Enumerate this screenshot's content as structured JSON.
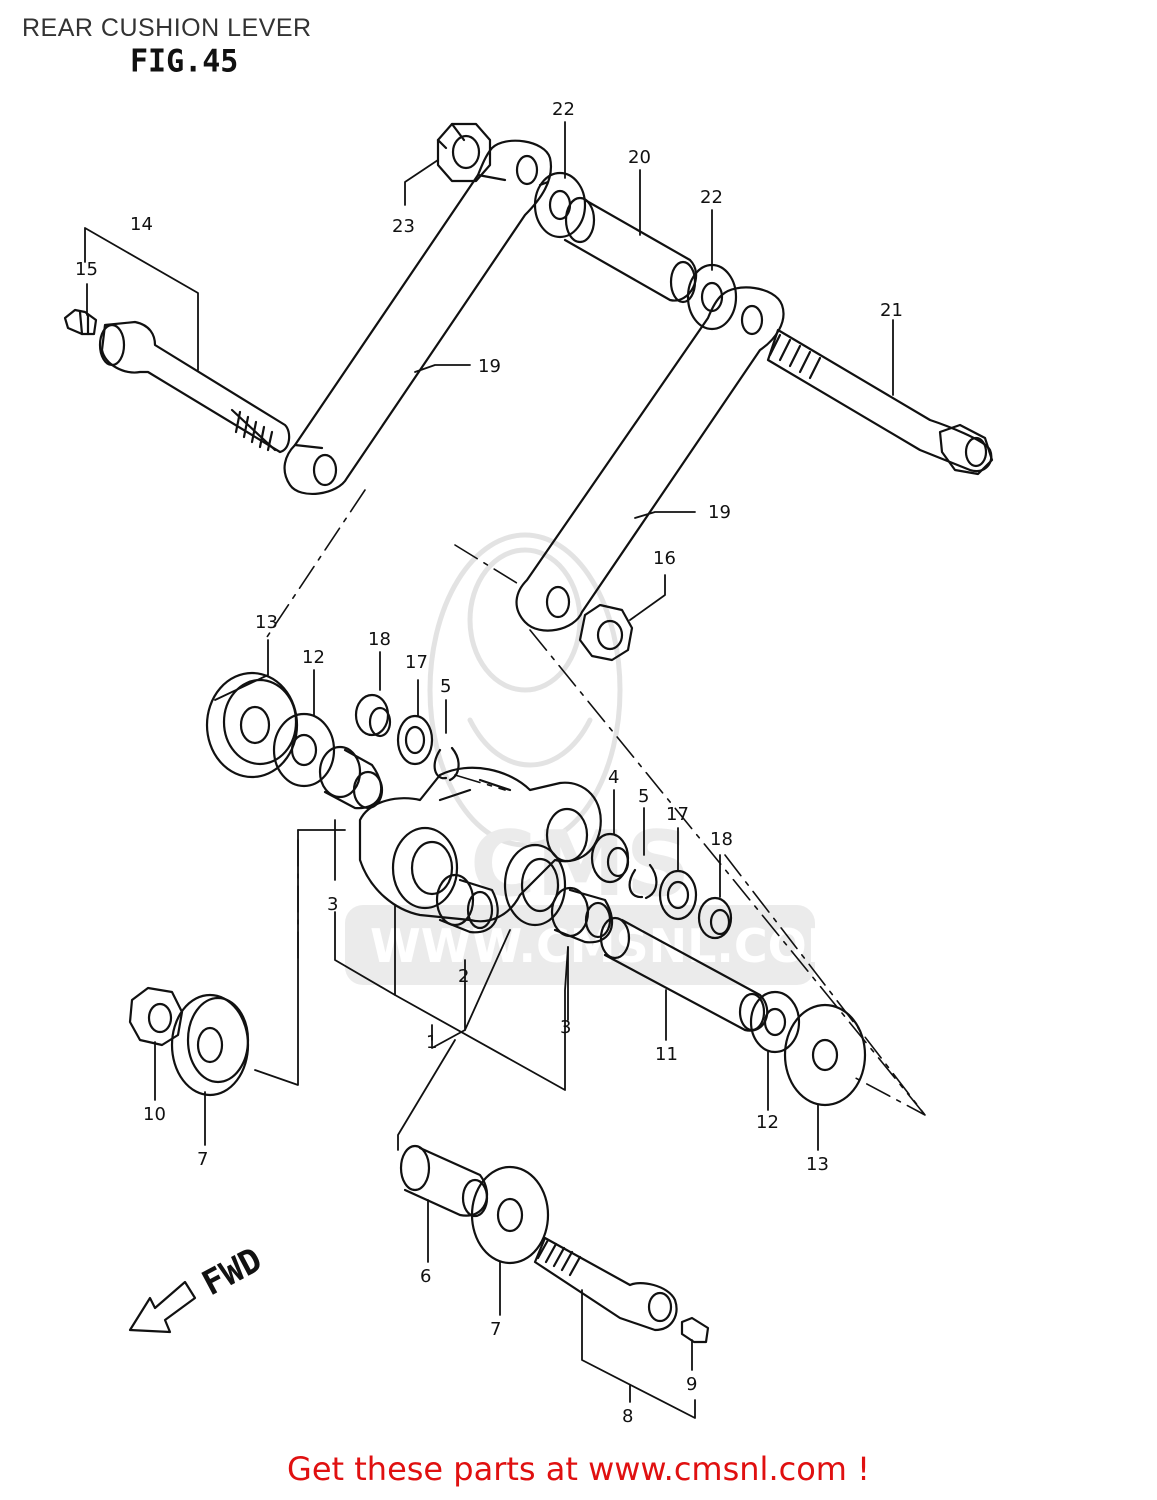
{
  "header": {
    "title": "REAR CUSHION LEVER",
    "fig_label": "FIG.45"
  },
  "watermark": {
    "brand": "CMS",
    "url": "WWW.CMSNL.COM"
  },
  "fwd_label": "FWD",
  "footer": {
    "text": "Get these parts at www.cmsnl.com !",
    "color": "#e01010"
  },
  "callouts": {
    "c22a": "22",
    "c20": "20",
    "c22b": "22",
    "c23": "23",
    "c14": "14",
    "c15": "15",
    "c19a": "19",
    "c21": "21",
    "c19b": "19",
    "c16": "16",
    "c13a": "13",
    "c12a": "12",
    "c18a": "18",
    "c17a": "17",
    "c5a": "5",
    "c4": "4",
    "c5b": "5",
    "c17b": "17",
    "c18b": "18",
    "c3a": "3",
    "c2": "2",
    "c3b": "3",
    "c1": "1",
    "c11": "11",
    "c12b": "12",
    "c13b": "13",
    "c10": "10",
    "c7a": "7",
    "c6": "6",
    "c7b": "7",
    "c9": "9",
    "c8": "8"
  }
}
